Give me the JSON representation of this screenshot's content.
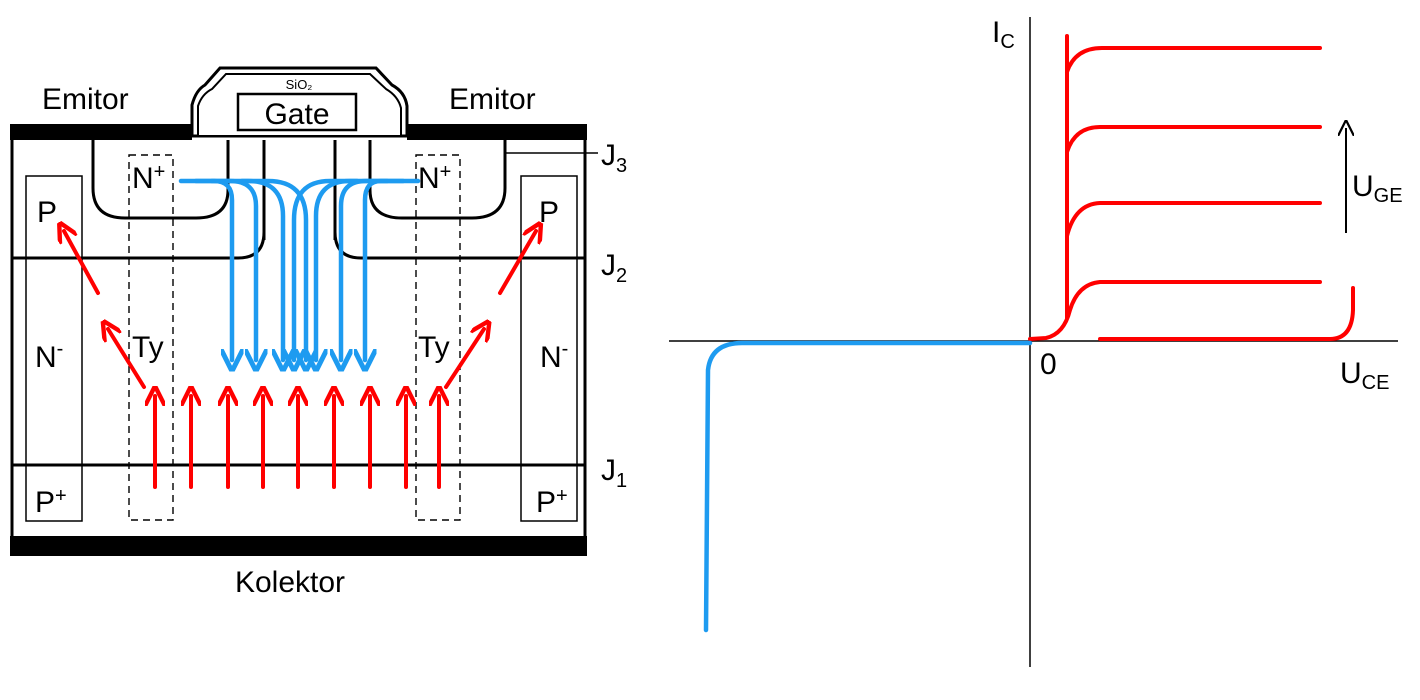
{
  "colors": {
    "hole_flow": "#ff0000",
    "electron_flow": "#1e9bf0",
    "outline": "#000000"
  },
  "cross_section": {
    "emitter_left": "Emitor",
    "emitter_right": "Emitor",
    "oxide": "SiO₂",
    "gate": "Gate",
    "collector": "Kolektor",
    "n_plus_left": "N",
    "n_plus_left_sup": "+",
    "n_plus_right": "N",
    "n_plus_right_sup": "+",
    "p_left": "P",
    "p_right": "P",
    "n_minus_left": "N",
    "n_minus_left_sup": "-",
    "n_minus_right": "N",
    "n_minus_right_sup": "-",
    "p_plus_left": "P",
    "p_plus_left_sup": "+",
    "p_plus_right": "P",
    "p_plus_right_sup": "+",
    "ty_left": "Ty",
    "ty_right": "Ty",
    "j3": "J",
    "j3_sub": "3",
    "j2": "J",
    "j2_sub": "2",
    "j1": "J",
    "j1_sub": "1"
  },
  "graph": {
    "y_axis": "I",
    "y_axis_sub": "C",
    "x_axis": "U",
    "x_axis_sub": "CE",
    "origin": "0",
    "param": "U",
    "param_sub": "GE"
  }
}
